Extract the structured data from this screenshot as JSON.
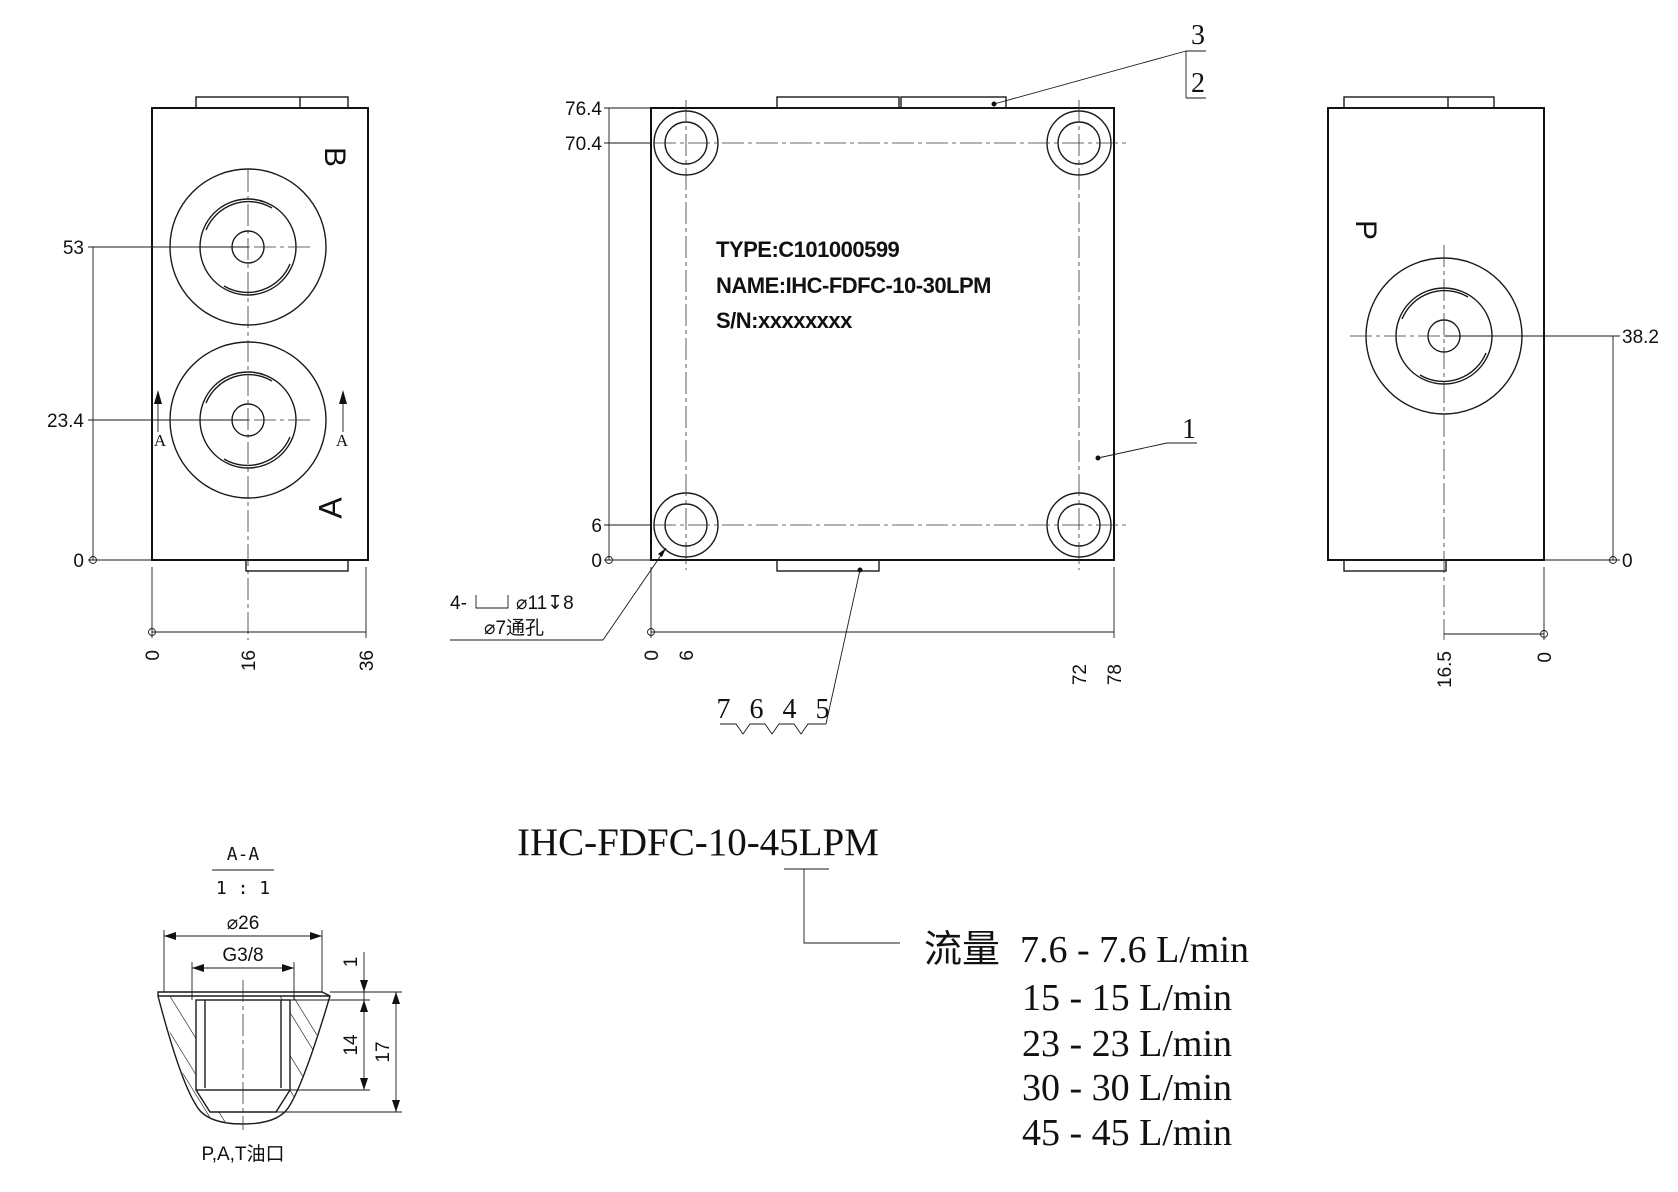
{
  "left_view": {
    "port_b_label": "B",
    "port_a_label": "A",
    "section_mark_left": "A",
    "section_mark_right": "A",
    "dims_vertical": [
      "53",
      "23.4",
      "0"
    ],
    "dims_horizontal": [
      "0",
      "16",
      "36"
    ]
  },
  "center_view": {
    "nameplate": {
      "type_line": "TYPE:C101000599",
      "name_line": "NAME:IHC-FDFC-10-30LPM",
      "sn_line": "S/N:xxxxxxxx"
    },
    "dims_vertical": [
      "76.4",
      "70.4",
      "6",
      "0"
    ],
    "dims_horizontal": [
      "0",
      "6",
      "72",
      "78"
    ],
    "hole_note_line1_prefix": "4-",
    "hole_note_line1_suffix": "⌀11↧8",
    "hole_note_line2": "⌀7通孔",
    "balloons": {
      "top_upper": "3",
      "top_lower": "2",
      "side": "1",
      "bottom": "7 6 4 5"
    }
  },
  "right_view": {
    "port_label": "P",
    "dims_vertical": [
      "38.2",
      "0"
    ],
    "dims_horizontal": [
      "16.5",
      "0"
    ]
  },
  "section_view": {
    "title": "A-A",
    "scale": "1 : 1",
    "dia_outer": "⌀26",
    "thread": "G3/8",
    "depth_1": "1",
    "depth_14": "14",
    "depth_17": "17",
    "caption": "P,A,T油口"
  },
  "model_code": {
    "code": "IHC-FDFC-10-45LPM",
    "flow_label": "流量",
    "flow_options": [
      "7.6 - 7.6 L/min",
      "15 - 15 L/min",
      "23 - 23 L/min",
      "30 - 30 L/min",
      "45 - 45 L/min"
    ]
  }
}
